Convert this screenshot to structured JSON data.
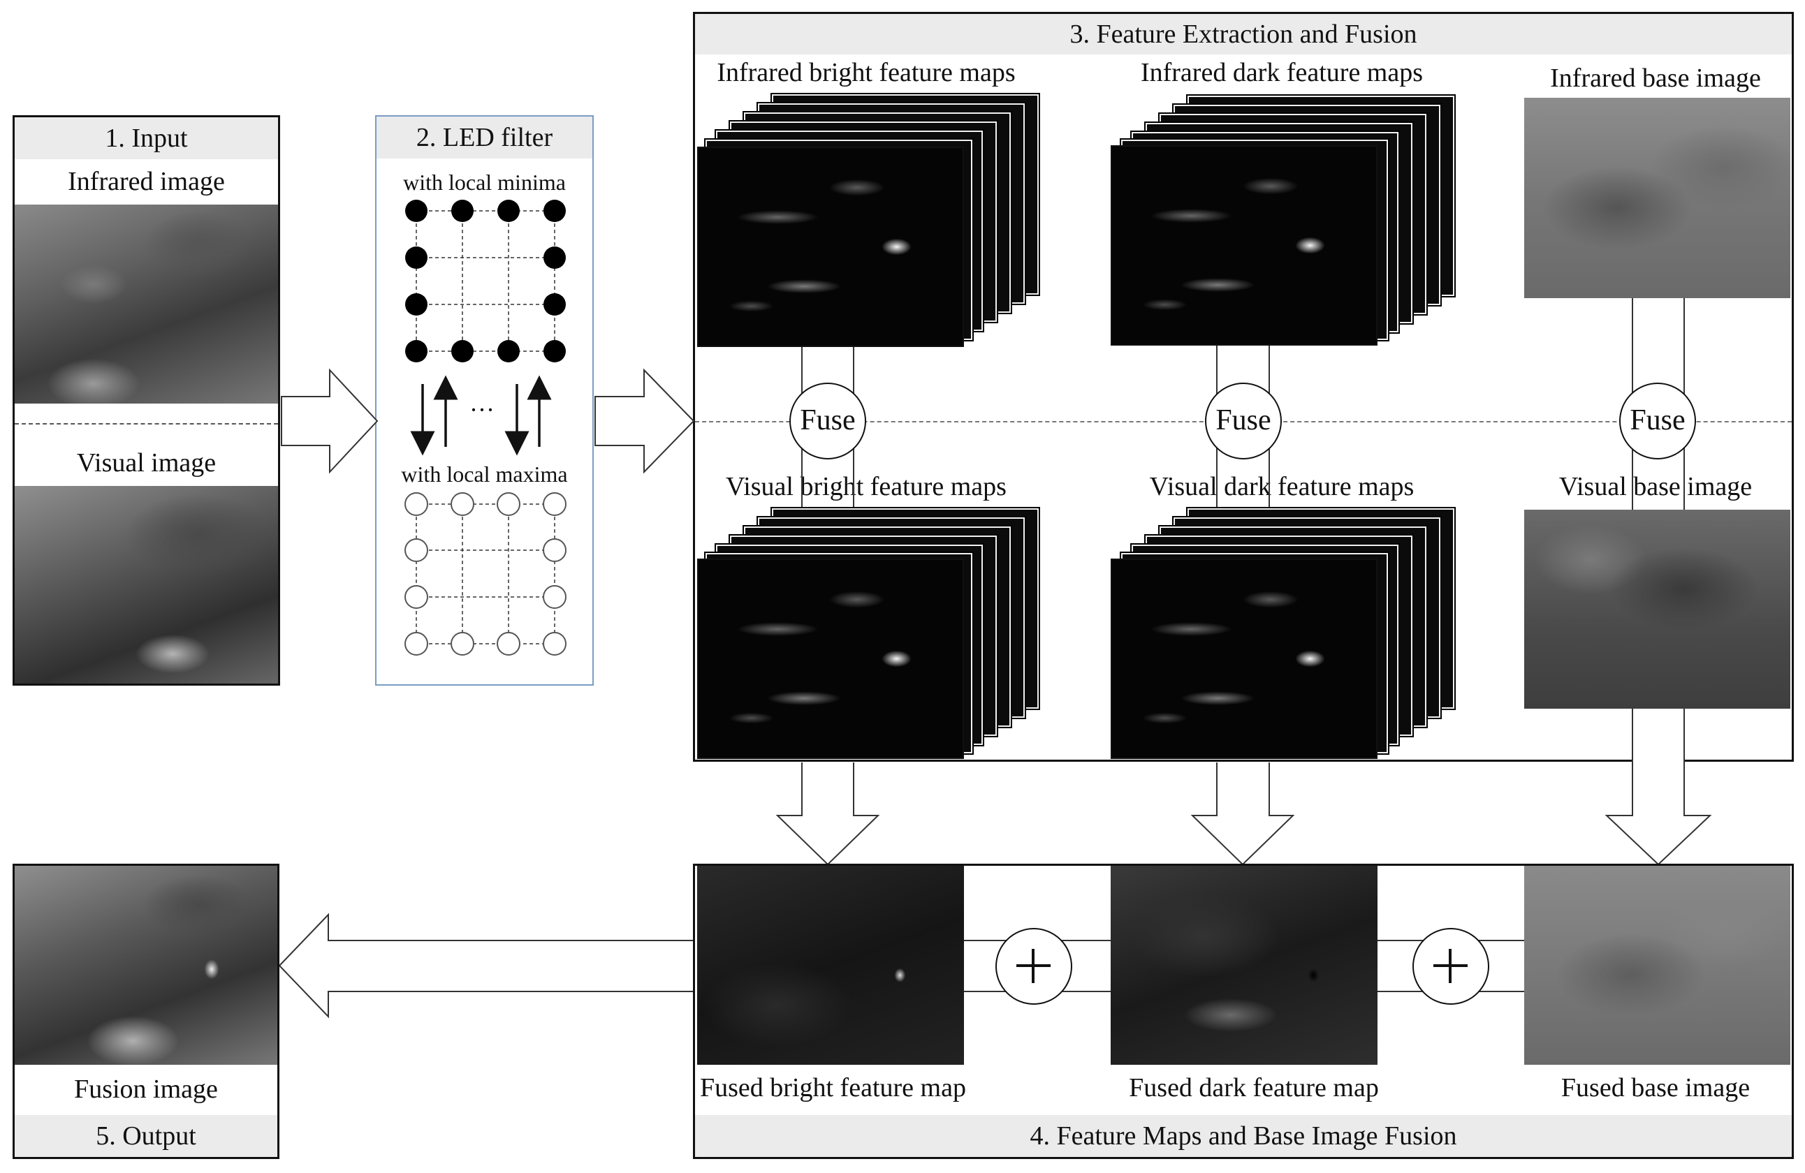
{
  "input": {
    "header": "1. Input",
    "infrared_label": "Infrared image",
    "visual_label": "Visual image"
  },
  "led": {
    "header": "2. LED filter",
    "minima_label": "with local minima",
    "maxima_label": "with local maxima",
    "ellipsis": "···"
  },
  "extraction": {
    "header": "3. Feature Extraction and Fusion",
    "ir_bright": "Infrared bright feature maps",
    "ir_dark": "Infrared dark feature maps",
    "ir_base": "Infrared base image",
    "vis_bright": "Visual bright feature maps",
    "vis_dark": "Visual dark feature maps",
    "vis_base": "Visual base image",
    "fuse_label": "Fuse"
  },
  "fusion": {
    "header": "4. Feature Maps and Base Image Fusion",
    "fused_bright": "Fused bright feature map",
    "fused_dark": "Fused dark feature map",
    "fused_base": "Fused base image",
    "plus_symbol": "+"
  },
  "output": {
    "header": "5. Output",
    "fusion_label": "Fusion image"
  },
  "colors": {
    "header_bg": "#ebebeb",
    "led_border": "#7a9cc6",
    "line": "#111111"
  }
}
